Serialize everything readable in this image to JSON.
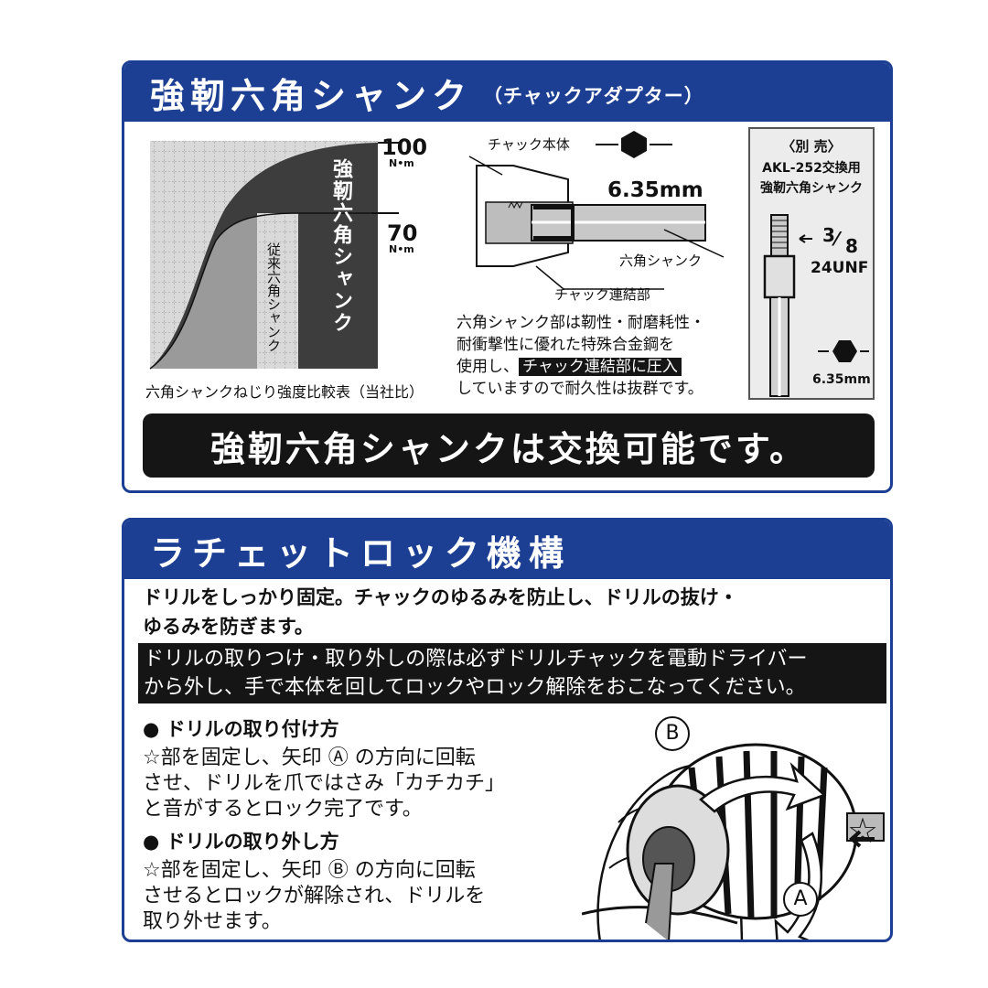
{
  "panel1": {
    "title": "強靭六角シャンク",
    "subtitle": "（チャックアダプター）",
    "graph": {
      "value_top": "100",
      "unit_top": "N•m",
      "value_mid": "70",
      "unit_mid": "N•m",
      "strong_label": "強靭六角シャンク",
      "old_label": "従来六角シャンク",
      "caption": "六角シャンクねじり強度比較表（当社比）"
    },
    "diagram": {
      "chuck_body": "チャック本体",
      "hex_size": "6.35mm",
      "hex_shank": "六角シャンク",
      "chuck_joint": "チャック連結部"
    },
    "description": {
      "line1": "六角シャンク部は靭性・耐磨耗性・",
      "line2": "耐衝撃性に優れた特殊合金鋼を",
      "line3_pre": "使用し、",
      "line3_hl": "チャック連結部に圧入",
      "line4": "していますので耐久性は抜群です。"
    },
    "separate": {
      "tag": "〈別 売〉",
      "model": "AKL-252交換用",
      "name": "強靭六角シャンク",
      "thread_num": "3",
      "thread_den": "8",
      "thread_spec": "24UNF",
      "hex_size": "6.35mm"
    },
    "banner": "強靭六角シャンクは交換可能です。"
  },
  "panel2": {
    "title": "ラチェットロック機構",
    "lead_line1": "ドリルをしっかり固定。チャックのゆるみを防止し、ドリルの抜け・",
    "lead_line2": "ゆるみを防ぎます。",
    "warning_line1": "ドリルの取りつけ・取り外しの際は必ずドリルチャックを電動ドライバー",
    "warning_line2": "から外し、手で本体を回してロックやロック解除をおこなってください。",
    "attach": {
      "heading": "● ドリルの取り付け方",
      "line1": "☆部を固定し、矢印 Ⓐ の方向に回転",
      "line2": "させ、ドリルを爪ではさみ「カチカチ」",
      "line3": "と音がするとロック完了です。"
    },
    "detach": {
      "heading": "● ドリルの取り外し方",
      "line1": "☆部を固定し、矢印 Ⓑ の方向に回転",
      "line2": "させるとロックが解除され、ドリルを",
      "line3": "取り外せます。"
    },
    "illustration": {
      "label_b": "B",
      "label_a": "A",
      "label_star": "☆"
    }
  },
  "colors": {
    "brand_blue": "#1c3f94",
    "banner_black": "#151515"
  }
}
